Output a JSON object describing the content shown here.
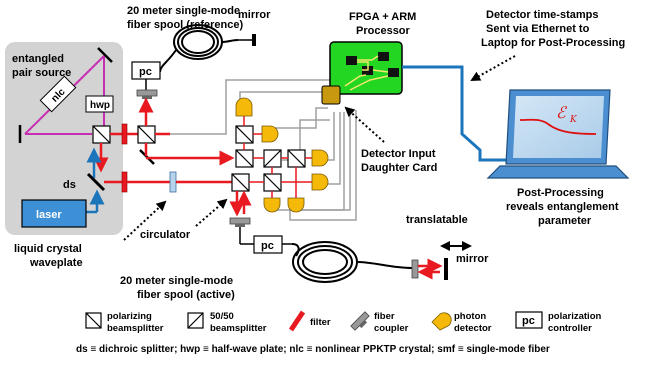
{
  "labels": {
    "fiber_ref_1": "20 meter single-mode",
    "fiber_ref_2": "fiber spool (reference)",
    "mirror": "mirror",
    "source_1": "entangled",
    "source_2": "pair source",
    "nlc": "nlc",
    "hwp": "hwp",
    "ds": "ds",
    "laser": "laser",
    "pc_top": "pc",
    "pc_bottom": "pc",
    "fpga_1": "FPGA + ARM",
    "fpga_2": "Processor",
    "detector_1": "Detector time-stamps",
    "detector_2": "Sent via Ethernet to",
    "detector_3": "Laptop for Post-Processing",
    "daughter_1": "Detector Input",
    "daughter_2": "Daughter Card",
    "post_1": "Post-Processing",
    "post_2": "reveals entanglement",
    "post_3": "parameter",
    "lcw_1": "liquid crystal",
    "lcw_2": "waveplate",
    "circulator": "circulator",
    "fiber_act_1": "20 meter  single-mode",
    "fiber_act_2": "fiber spool (active)",
    "trans_1": "translatable",
    "trans_2": "mirror",
    "screen_symbol": "ℰ",
    "screen_sub": "K"
  },
  "legend": {
    "pbs_1": "polarizing",
    "pbs_2": "beamsplitter",
    "bs_1": "50/50",
    "bs_2": "beamsplitter",
    "filter": "filter",
    "coupler_1": "fiber",
    "coupler_2": "coupler",
    "photon_1": "photon",
    "photon_2": "detector",
    "pc_symbol": "pc",
    "pc_1": "polarization",
    "pc_2": "controller"
  },
  "footnote": "ds ≡ dichroic splitter; hwp ≡ half-wave plate; nlc ≡ nonlinear PPKTP crystal; smf ≡ single-mode fiber",
  "colors": {
    "red_beam": "#e8191f",
    "blue_beam": "#1b75bb",
    "pump_purple": "#c72fb3",
    "fpga_green": "#22d622",
    "detector_gold": "#f5b90a",
    "laser_blue": "#3d8fd6",
    "source_bg": "#d3d3d3"
  }
}
